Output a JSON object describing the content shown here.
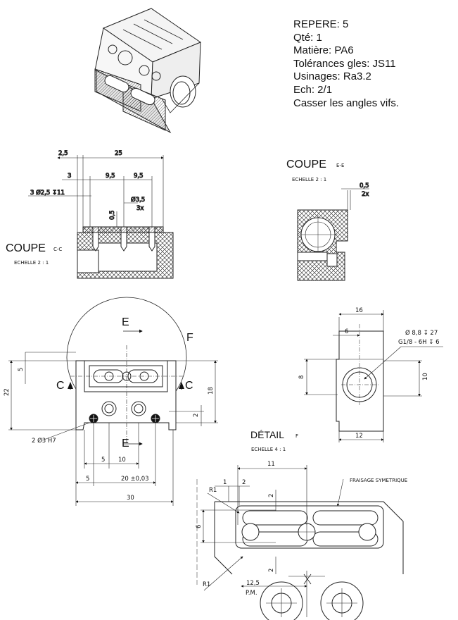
{
  "title_block": {
    "repere": "REPERE:  5",
    "qte": "Qté:  1",
    "matiere": "Matière:  PA6",
    "tolerances": "Tolérances gles:  JS11",
    "usinages": "Usinages:  Ra3.2",
    "echelle": "Ech:   2/1",
    "note": "Casser les angles vifs."
  },
  "coupe_cc": {
    "title": "COUPE",
    "suffix": "C-C",
    "scale": "ECHELLE  2 : 1",
    "dims": {
      "d25": "2,5",
      "d250": "25",
      "d3": "3",
      "d95a": "9,5",
      "d95b": "9,5",
      "holes": "3 Ø2,5 ↧11",
      "hole_small": "Ø3,5",
      "hole_small_qty": "3x",
      "depth": "0,5"
    }
  },
  "coupe_ee": {
    "title": "COUPE",
    "suffix": "E-E",
    "scale": "ECHELLE  2 : 1",
    "dims": {
      "d05": "0,5",
      "qty": "2x"
    }
  },
  "front_view": {
    "labels": {
      "e_top": "E",
      "e_bottom": "E",
      "c_left": "C",
      "c_right": "C",
      "f": "F"
    },
    "dims": {
      "h22": "22",
      "h5": "5",
      "h18": "18",
      "h2": "2",
      "pins": "2 Ø3 H7",
      "w5": "5",
      "w10": "10",
      "w5b": "5",
      "w20": "20 ±0,03",
      "w30": "30"
    }
  },
  "side_view": {
    "dims": {
      "w16": "16",
      "w6": "6",
      "w12": "12",
      "h8": "8",
      "h10": "10",
      "bore1": "Ø 8,8 ↧ 27",
      "bore2": "G1/8 - 6H ↧ 6"
    }
  },
  "detail_f": {
    "title": "DÉTAIL",
    "suffix": "F",
    "scale": "ECHELLE  4 : 1",
    "note": "FRAISAGE SYMETRIQUE",
    "dims": {
      "w11": "11",
      "r1a": "R1",
      "r1b": "R1",
      "d1": "1",
      "d2a": "2",
      "d2b": "2",
      "d2c": "2",
      "h6": "6",
      "w125": "12,5",
      "pm": "P.M."
    }
  }
}
